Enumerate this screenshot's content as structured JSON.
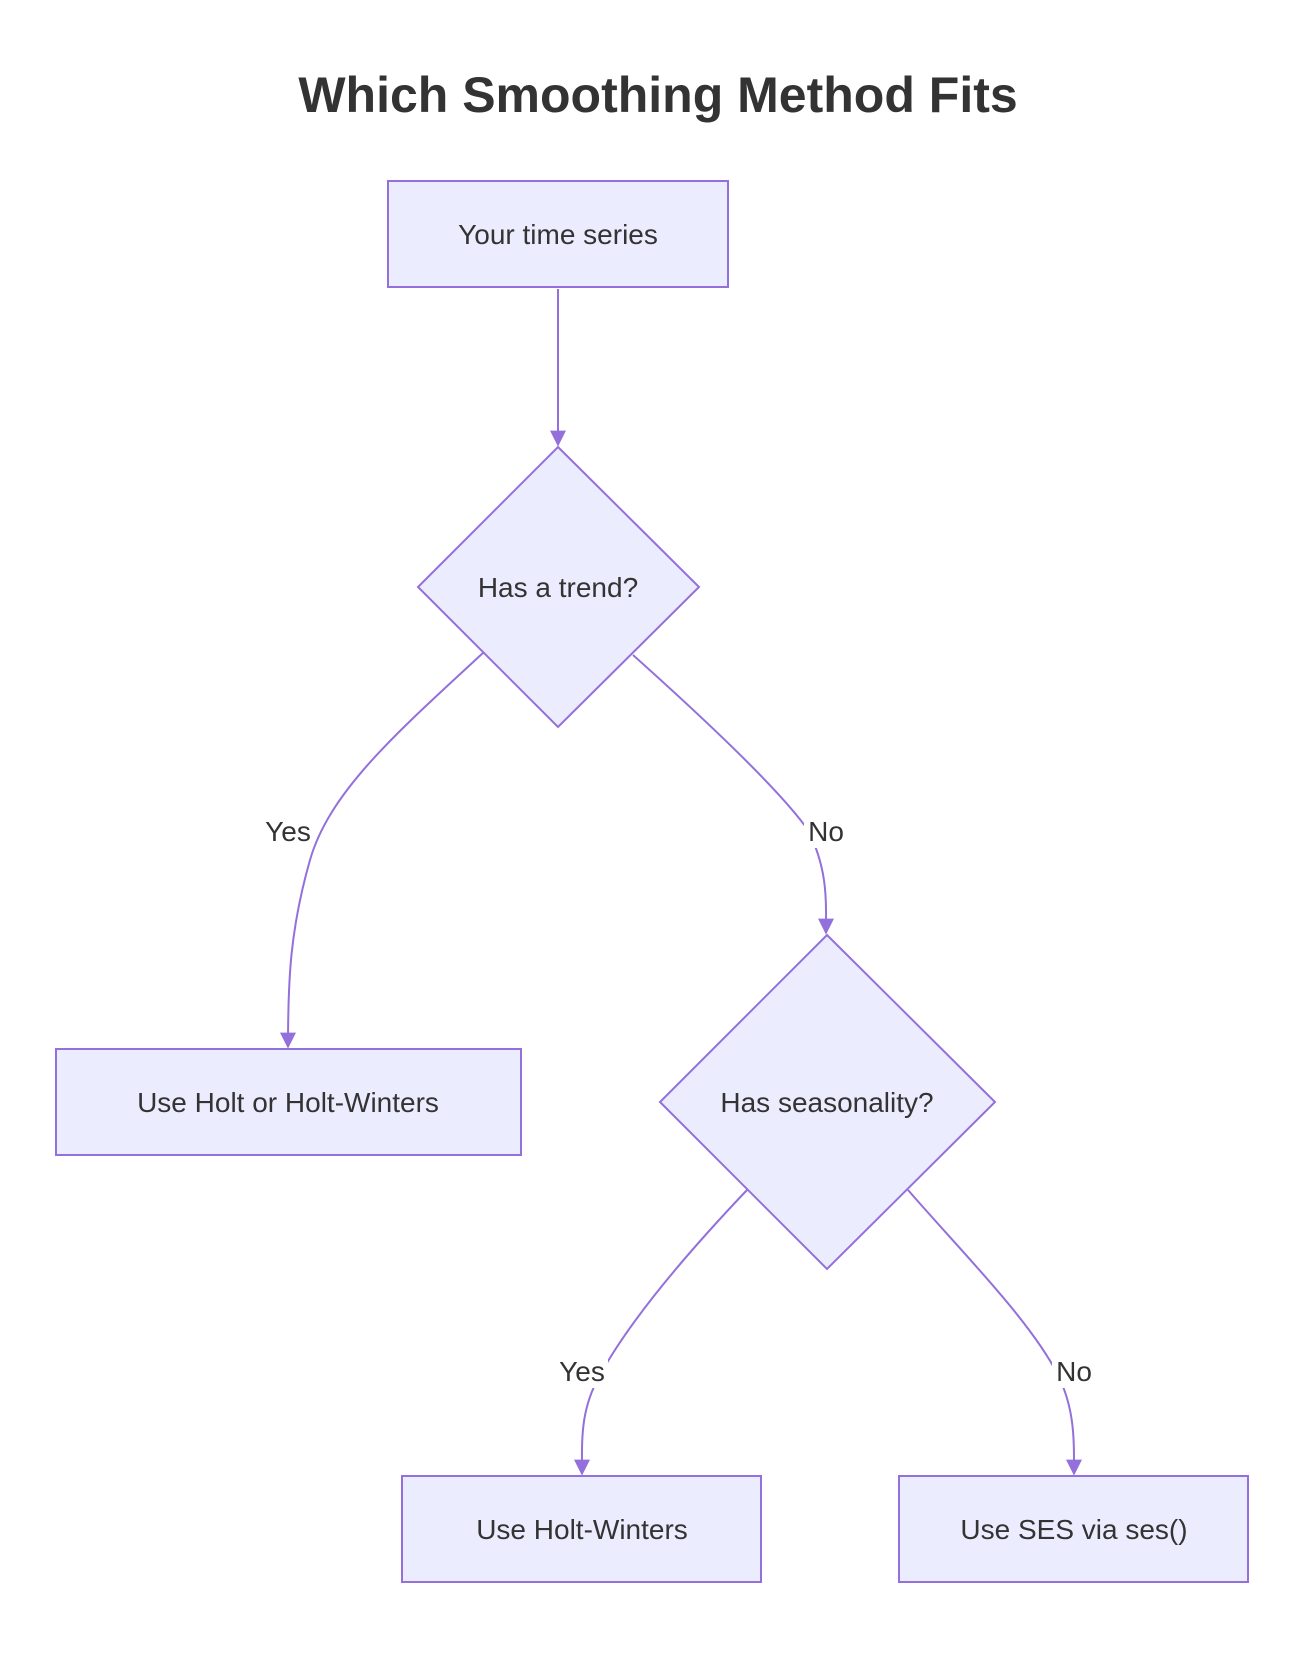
{
  "title": "Which Smoothing Method Fits",
  "colors": {
    "node_fill": "#ececff",
    "node_stroke": "#9370db",
    "edge": "#9370db",
    "text": "#333333"
  },
  "nodes": {
    "start": {
      "label": "Your time series",
      "shape": "rectangle"
    },
    "trend": {
      "label": "Has a trend?",
      "shape": "diamond"
    },
    "holt": {
      "label": "Use Holt or Holt-Winters",
      "shape": "rectangle"
    },
    "seasonality": {
      "label": "Has seasonality?",
      "shape": "diamond"
    },
    "holt_winters": {
      "label": "Use Holt-Winters",
      "shape": "rectangle"
    },
    "ses": {
      "label": "Use SES via ses()",
      "shape": "rectangle"
    }
  },
  "edges": {
    "start_to_trend": {
      "from": "start",
      "to": "trend",
      "label": ""
    },
    "trend_yes": {
      "from": "trend",
      "to": "holt",
      "label": "Yes"
    },
    "trend_no": {
      "from": "trend",
      "to": "seasonality",
      "label": "No"
    },
    "season_yes": {
      "from": "seasonality",
      "to": "holt_winters",
      "label": "Yes"
    },
    "season_no": {
      "from": "seasonality",
      "to": "ses",
      "label": "No"
    }
  }
}
